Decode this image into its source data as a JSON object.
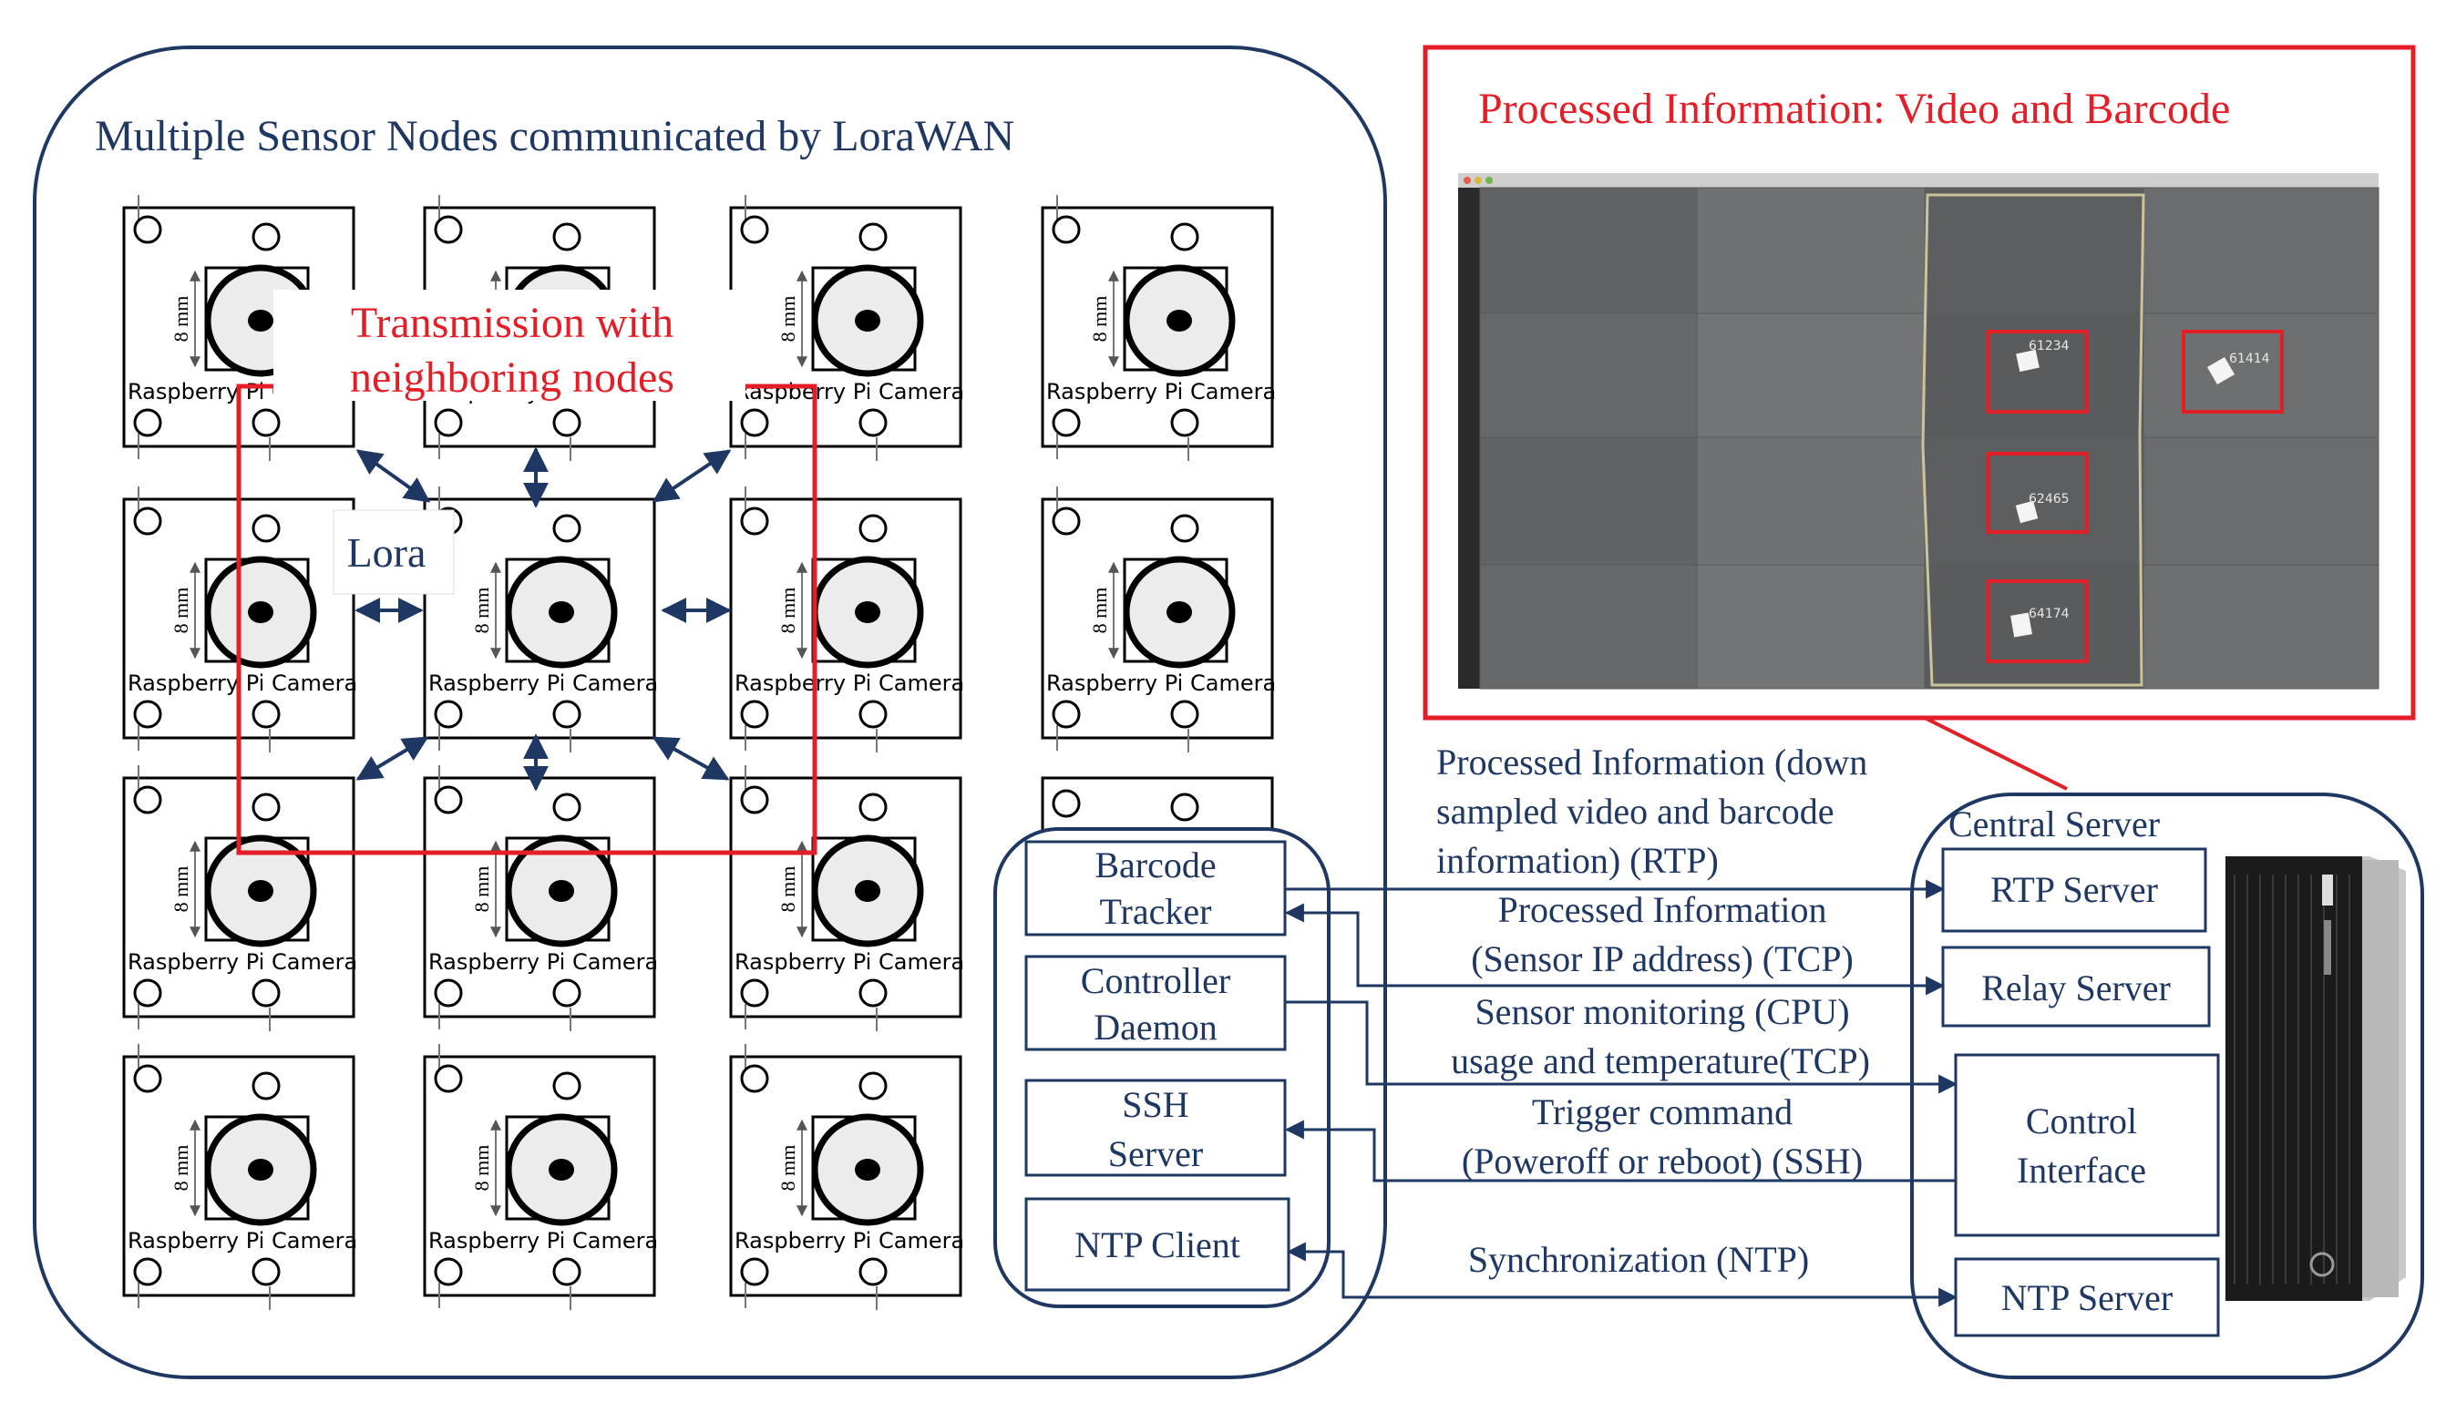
{
  "colors": {
    "navy": "#1f3763",
    "red": "#e41e26",
    "black": "#000000"
  },
  "network": {
    "title": "Multiple Sensor Nodes communicated by LoraWAN",
    "node_label": "Raspberry Pi Camera",
    "dimension_label": "8 mm",
    "transmission_label_1": "Transmission with",
    "transmission_label_2": "neighboring nodes",
    "lora_label": "Lora"
  },
  "processed_panel": {
    "title": "Processed Information: Video and Barcode",
    "barcodes": [
      "61234",
      "61414",
      "62465",
      "64174"
    ]
  },
  "node_services": [
    {
      "line1": "Barcode",
      "line2": "Tracker"
    },
    {
      "line1": "Controller",
      "line2": "Daemon"
    },
    {
      "line1": "SSH",
      "line2": "Server"
    },
    {
      "line1": "NTP Client",
      "line2": ""
    }
  ],
  "central_server": {
    "title": "Central Server",
    "components": [
      "RTP Server",
      "Relay Server",
      "Control",
      "Interface",
      "NTP Server"
    ]
  },
  "links": {
    "rtp_1": "Processed Information (down",
    "rtp_2": "sampled video and barcode",
    "rtp_3": "information) (RTP)",
    "tcp_1": "Processed Information",
    "tcp_2": "(Sensor IP address) (TCP)",
    "mon_1": "Sensor monitoring (CPU)",
    "mon_2": "usage and temperature(TCP)",
    "trig_1": "Trigger command",
    "trig_2": "(Poweroff or reboot) (SSH)",
    "ntp": "Synchronization (NTP)"
  }
}
